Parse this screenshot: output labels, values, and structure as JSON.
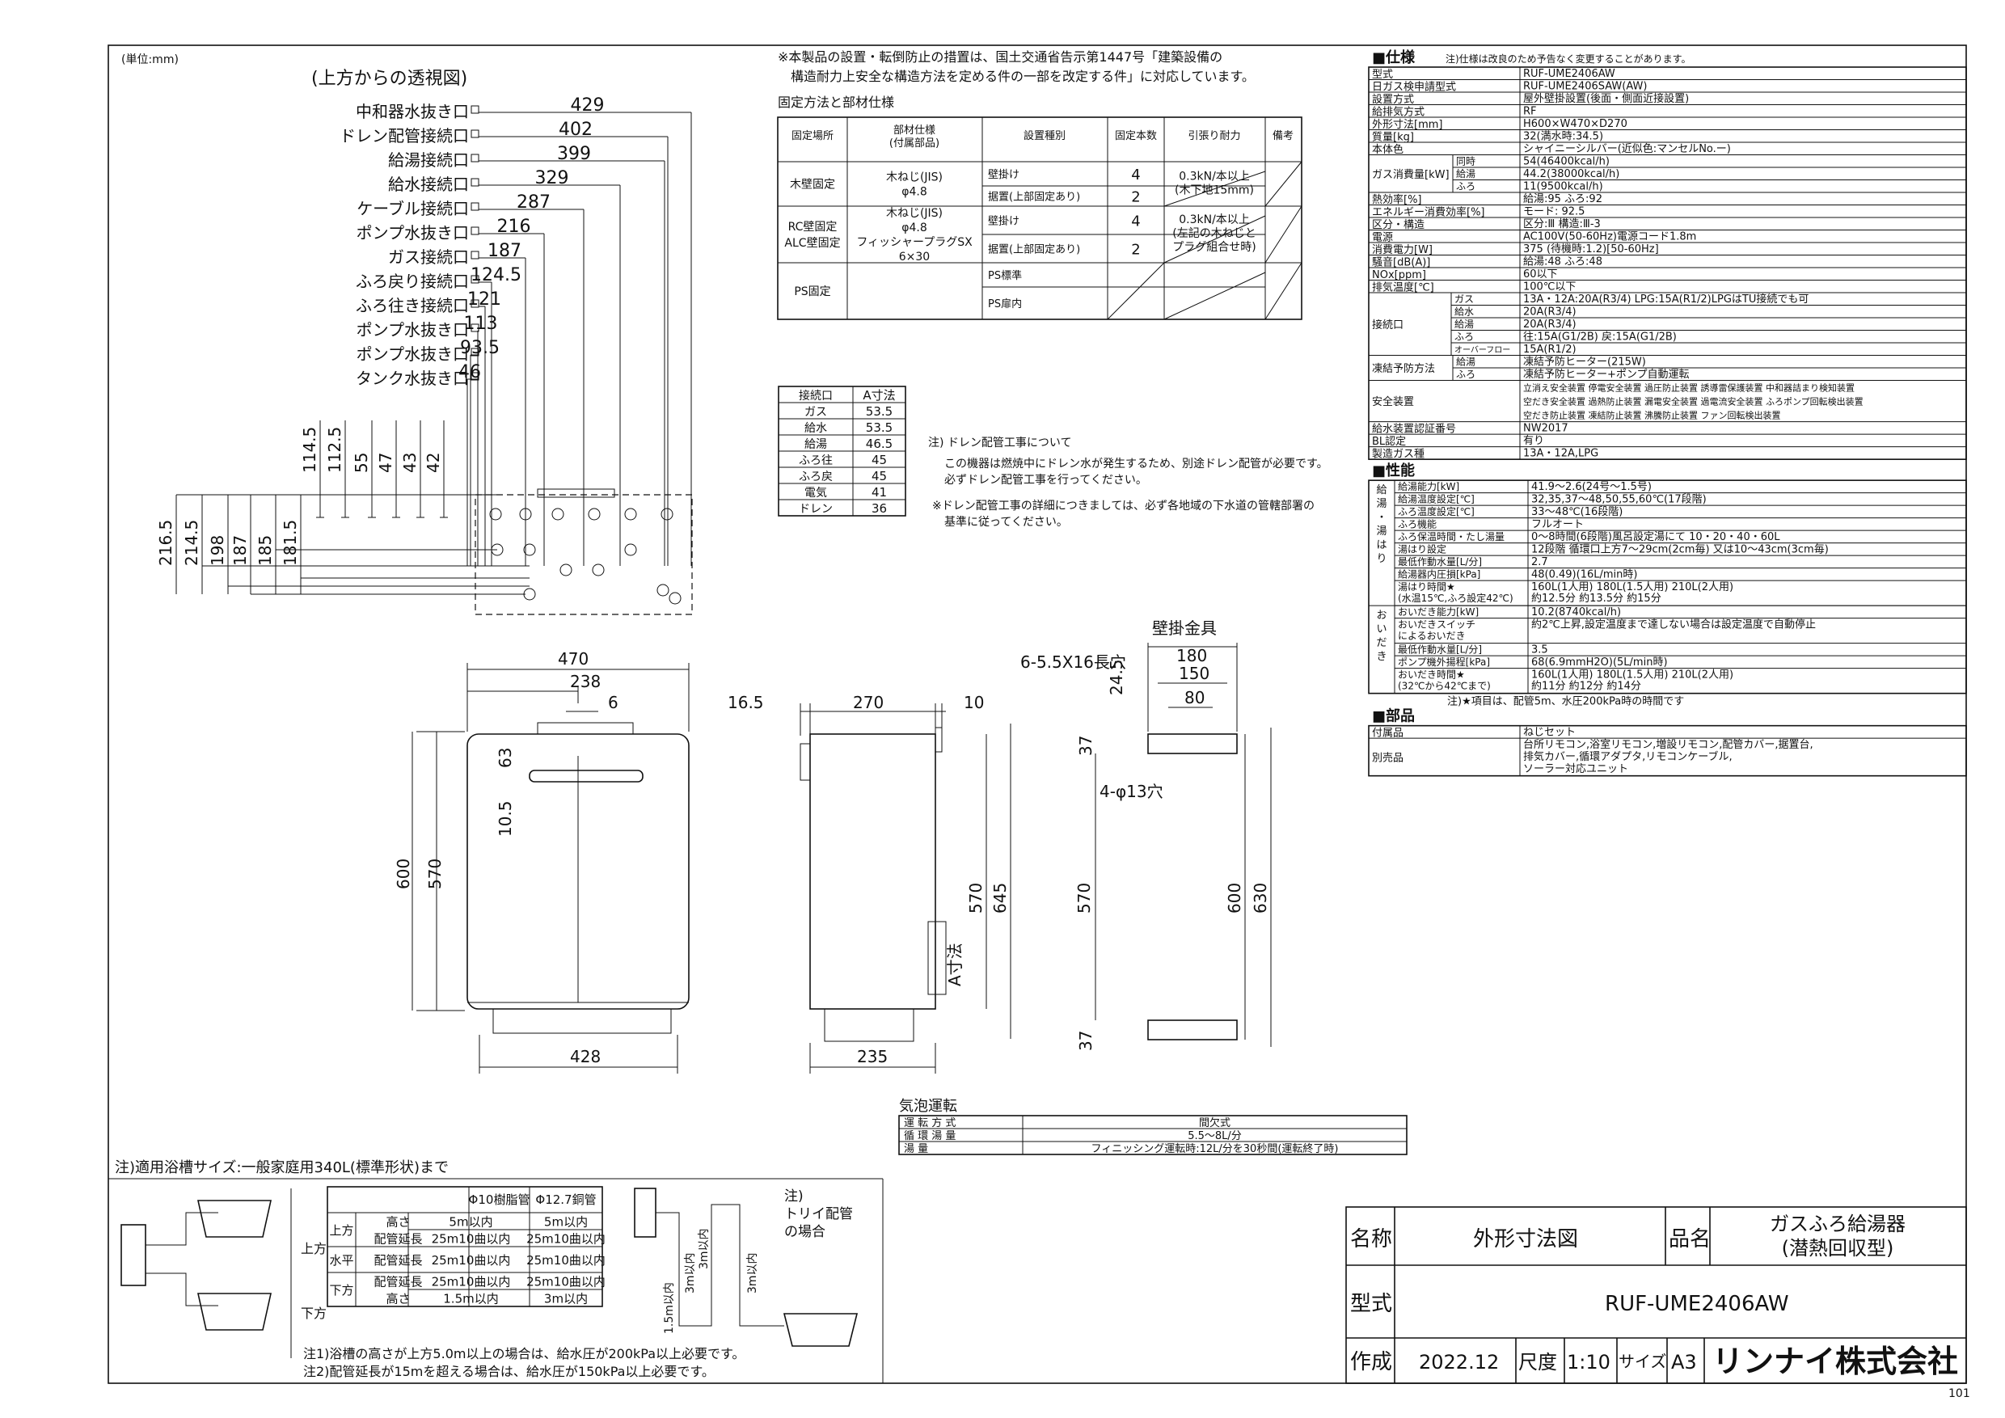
{
  "unit_note": "(単位:mm)",
  "top_view": {
    "title": "(上方からの透視図)",
    "rows": [
      {
        "label": "中和器水抜き口",
        "value": "429"
      },
      {
        "label": "ドレン配管接続口",
        "value": "402"
      },
      {
        "label": "給湯接続口",
        "value": "399"
      },
      {
        "label": "給水接続口",
        "value": "329"
      },
      {
        "label": "ケーブル接続口",
        "value": "287"
      },
      {
        "label": "ポンプ水抜き口",
        "value": "216"
      },
      {
        "label": "ガス接続口",
        "value": "187"
      },
      {
        "label": "ふろ戻り接続口",
        "value": "124.5"
      },
      {
        "label": "ふろ往き接続口",
        "value": "121"
      },
      {
        "label": "ポンプ水抜き口",
        "value": "113"
      },
      {
        "label": "ポンプ水抜き口",
        "value": "93.5"
      },
      {
        "label": "タンク水抜き口",
        "value": "46"
      }
    ],
    "vertical_dims": [
      "114.5",
      "112.5",
      "55",
      "47",
      "43",
      "42"
    ],
    "left_dims": [
      "216.5",
      "214.5",
      "198",
      "187",
      "185",
      "181.5"
    ]
  },
  "install_note": {
    "line1": "※本製品の設置・転倒防止の措置は、国土交通省告示第1447号「建築設備の",
    "line2": "構造耐力上安全な構造方法を定める件の一部を改定する件」に対応しています。"
  },
  "fixing": {
    "title": "固定方法と部材仕様",
    "headers": [
      "固定場所",
      "部材仕様\n(付属部品)",
      "設置種別",
      "固定本数",
      "引張り耐力",
      "備考"
    ],
    "rows": [
      {
        "place": "木壁固定",
        "spec": "木ねじ(JIS)\nφ4.8",
        "types": [
          "壁掛け",
          "据置(上部固定あり)"
        ],
        "counts": [
          "4",
          "2"
        ],
        "strength": "0.3kN/本以上\n(木下地15mm)"
      },
      {
        "place": "RC壁固定\nALC壁固定",
        "spec": "木ねじ(JIS)\nφ4.8\nフィッシャープラグSX\n6×30",
        "types": [
          "壁掛け",
          "据置(上部固定あり)"
        ],
        "counts": [
          "4",
          "2"
        ],
        "strength": "0.3kN/本以上\n(左記の木ねじと\nプラグ組合せ時)"
      },
      {
        "place": "PS固定",
        "spec": "",
        "types": [
          "PS標準",
          "PS扉内"
        ],
        "counts": [
          "",
          ""
        ],
        "strength": ""
      }
    ]
  },
  "a_dims": {
    "headers": [
      "接続口",
      "A寸法"
    ],
    "rows": [
      [
        "ガス",
        "53.5"
      ],
      [
        "給水",
        "53.5"
      ],
      [
        "給湯",
        "46.5"
      ],
      [
        "ふろ往",
        "45"
      ],
      [
        "ふろ戻",
        "45"
      ],
      [
        "電気",
        "41"
      ],
      [
        "ドレン",
        "36"
      ]
    ]
  },
  "drain_note": {
    "l1": "注) ドレン配管工事について",
    "l2": "この機器は燃焼中にドレン水が発生するため、別途ドレン配管が必要です。",
    "l3": "必ずドレン配管工事を行ってください。",
    "l4": "※ドレン配管工事の詳細につきましては、必ず各地域の下水道の管轄部署の",
    "l5": "基準に従ってください。"
  },
  "front_view": {
    "w470": "470",
    "w238": "238",
    "w6": "6",
    "h63": "63",
    "h10_5": "10.5",
    "h600": "600",
    "h570": "570",
    "w428": "428"
  },
  "side_view": {
    "w16_5": "16.5",
    "w270": "270",
    "w10": "10",
    "h570": "570",
    "h645": "645",
    "a_label": "A寸法",
    "w235": "235"
  },
  "bracket_view": {
    "title": "壁掛金具",
    "slot": "6-5.5X16長穴",
    "w180": "180",
    "w150": "150",
    "w80": "80",
    "h24_5": "24.5",
    "h37a": "37",
    "hole": "4-φ13穴",
    "h570": "570",
    "h600": "600",
    "h630": "630",
    "h37b": "37"
  },
  "spec": {
    "title": "■仕様",
    "note": "注)仕様は改良のため予告なく変更することがあります。",
    "rows": [
      {
        "k": "型式",
        "v": "RUF-UME2406AW"
      },
      {
        "k": "日ガス検申請型式",
        "v": "RUF-UME2406SAW(AW)"
      },
      {
        "k": "設置方式",
        "v": "屋外壁掛設置(後面・側面近接設置)"
      },
      {
        "k": "給排気方式",
        "v": "RF"
      },
      {
        "k": "外形寸法[mm]",
        "v": "H600×W470×D270"
      },
      {
        "k": "質量[kg]",
        "v": "32(満水時:34.5)"
      },
      {
        "k": "本体色",
        "v": "シャイニーシルバー(近似色:マンセルNo.ー)"
      },
      {
        "k": "ガス消費量[kW]",
        "sub": [
          [
            "同時",
            "54(46400kcal/h)"
          ],
          [
            "給湯",
            "44.2(38000kcal/h)"
          ],
          [
            "ふろ",
            "11(9500kcal/h)"
          ]
        ]
      },
      {
        "k": "熱効率[%]",
        "v": "給湯:95 ふろ:92"
      },
      {
        "k": "エネルギー消費効率[%]",
        "v": "モード: 92.5"
      },
      {
        "k": "区分・構造",
        "v": "区分:Ⅲ 構造:Ⅲ-3"
      },
      {
        "k": "電源",
        "v": "AC100V(50-60Hz)電源コード1.8m"
      },
      {
        "k": "消費電力[W]",
        "v": "375 (待機時:1.2)[50-60Hz]"
      },
      {
        "k": "騒音[dB(A)]",
        "v": "給湯:48 ふろ:48"
      },
      {
        "k": "NOx[ppm]",
        "v": "60以下"
      },
      {
        "k": "排気温度[℃]",
        "v": "100℃以下"
      },
      {
        "k": "接続口",
        "sub": [
          [
            "ガス",
            "13A・12A:20A(R3/4) LPG:15A(R1/2)LPGはTU接続でも可"
          ],
          [
            "給水",
            "20A(R3/4)"
          ],
          [
            "給湯",
            "20A(R3/4)"
          ],
          [
            "ふろ",
            "往:15A(G1/2B) 戻:15A(G1/2B)"
          ],
          [
            "オーバーフロー",
            "15A(R1/2)"
          ]
        ]
      },
      {
        "k": "凍結予防方法",
        "sub": [
          [
            "給湯",
            "凍結予防ヒーター(215W)"
          ],
          [
            "ふろ",
            "凍結予防ヒーター+ポンプ自動運転"
          ]
        ]
      },
      {
        "k": "安全装置",
        "lines": [
          "立消え安全装置 停電安全装置 過圧防止装置 誘導雷保護装置    中和器詰まり検知装置",
          "空だき安全装置 過熱防止装置 漏電安全装置 過電流安全装置    ふろポンプ回転検出装置",
          "空だき防止装置 凍結防止装置 沸騰防止装置 ファン回転検出装置"
        ]
      },
      {
        "k": "給水装置認証番号",
        "v": "NW2017"
      },
      {
        "k": "BL認定",
        "v": "有り"
      },
      {
        "k": "製造ガス種",
        "v": "13A・12A,LPG"
      }
    ]
  },
  "perf": {
    "title": "■性能",
    "g1": "給湯・湯はり",
    "rows1": [
      {
        "k": "給湯能力[kW]",
        "v": "41.9〜2.6(24号〜1.5号)"
      },
      {
        "k": "給湯温度設定[℃]",
        "v": "32,35,37〜48,50,55,60℃(17段階)"
      },
      {
        "k": "ふろ温度設定[℃]",
        "v": "33〜48℃(16段階)"
      },
      {
        "k": "ふろ機能",
        "v": "フルオート"
      },
      {
        "k": "ふろ保温時間・たし湯量",
        "v": "0〜8時間(6段階)風呂設定湯にて 10・20・40・60L"
      },
      {
        "k": "湯はり設定",
        "v": "12段階 循環口上方7〜29cm(2cm毎) 又は10〜43cm(3cm毎)"
      },
      {
        "k": "最低作動水量[L/分]",
        "v": "2.7"
      },
      {
        "k": "給湯器内圧損[kPa]",
        "v": "48(0.49)(16L/min時)"
      },
      {
        "k": "湯はり時間★\n(水温15℃,ふろ設定42℃)",
        "v": "160L(1人用)  180L(1.5人用)  210L(2人用)\n  約12.5分     約13.5分     約15分"
      }
    ],
    "g2": "おいだき",
    "rows2": [
      {
        "k": "おいだき能力[kW]",
        "v": "10.2(8740kcal/h)"
      },
      {
        "k": "おいだきスイッチ\nによるおいだき",
        "v": "約2℃上昇,設定温度まで達しない場合は設定温度で自動停止"
      },
      {
        "k": "最低作動水量[L/分]",
        "v": "3.5"
      },
      {
        "k": "ポンプ機外揚程[kPa]",
        "v": "68(6.9mmH2O)(5L/min時)"
      },
      {
        "k": "おいだき時間★\n(32℃から42℃まで)",
        "v": "160L(1人用)  180L(1.5人用)  210L(2人用)\n  約11分       約12分       約14分"
      }
    ],
    "note": "注)★項目は、配管5m、水圧200kPa時の時間です"
  },
  "parts": {
    "title": "■部品",
    "rows": [
      {
        "k": "付属品",
        "v": "ねじセット"
      },
      {
        "k": "別売品",
        "v": "台所リモコン,浴室リモコン,増設リモコン,配管カバー,据置台,\n排気カバー,循環アダプタ,リモコンケーブル,\nソーラー対応ユニット"
      }
    ]
  },
  "bubble": {
    "title": "気泡運転",
    "rows": [
      [
        "運 転 方 式",
        "間欠式"
      ],
      [
        "循 環 湯 量",
        "5.5〜8L/分"
      ],
      [
        "湯       量",
        "フィニッシング運転時:12L/分を30秒間(運転終了時)"
      ]
    ]
  },
  "bath": {
    "title": "注)適用浴槽サイズ:一般家庭用340L(標準形状)まで",
    "headers": [
      "Φ10樹脂管",
      "Φ12.7銅管"
    ],
    "rows": [
      {
        "g": "上方",
        "items": [
          [
            "高さ",
            "5m以内",
            "5m以内"
          ],
          [
            "配管延長",
            "25m10曲以内",
            "25m10曲以内"
          ]
        ]
      },
      {
        "g": "水平",
        "items": [
          [
            "配管延長",
            "25m10曲以内",
            "25m10曲以内"
          ]
        ]
      },
      {
        "g": "下方",
        "items": [
          [
            "配管延長",
            "25m10曲以内",
            "25m10曲以内"
          ],
          [
            "高さ",
            "1.5m以内",
            "3m以内"
          ]
        ]
      }
    ],
    "note1": "注1)浴槽の高さが上方5.0m以上の場合は、給水圧が200kPa以上必要です。",
    "note2": "注2)配管延長が15mを超える場合は、給水圧が150kPa以上必要です。",
    "left_up": "上方",
    "left_down": "下方",
    "trap_note": "注)\nトリイ配管\nの場合",
    "trap_dims": [
      "3m以内",
      "3m以内",
      "1.5m以内",
      "3m以内"
    ]
  },
  "title_block": {
    "name_label": "名称",
    "name_value": "外形寸法図",
    "product_label": "品名",
    "product_value": "ガスふろ給湯器\n(潜熱回収型)",
    "model_label": "型式",
    "model_value": "RUF-UME2406AW",
    "made_label": "作成",
    "made_value": "2022.12",
    "scale_label": "尺度",
    "scale_value": "1:10",
    "size_label": "サイズ",
    "size_value": "A3",
    "company": "リンナイ株式会社",
    "page": "101"
  }
}
